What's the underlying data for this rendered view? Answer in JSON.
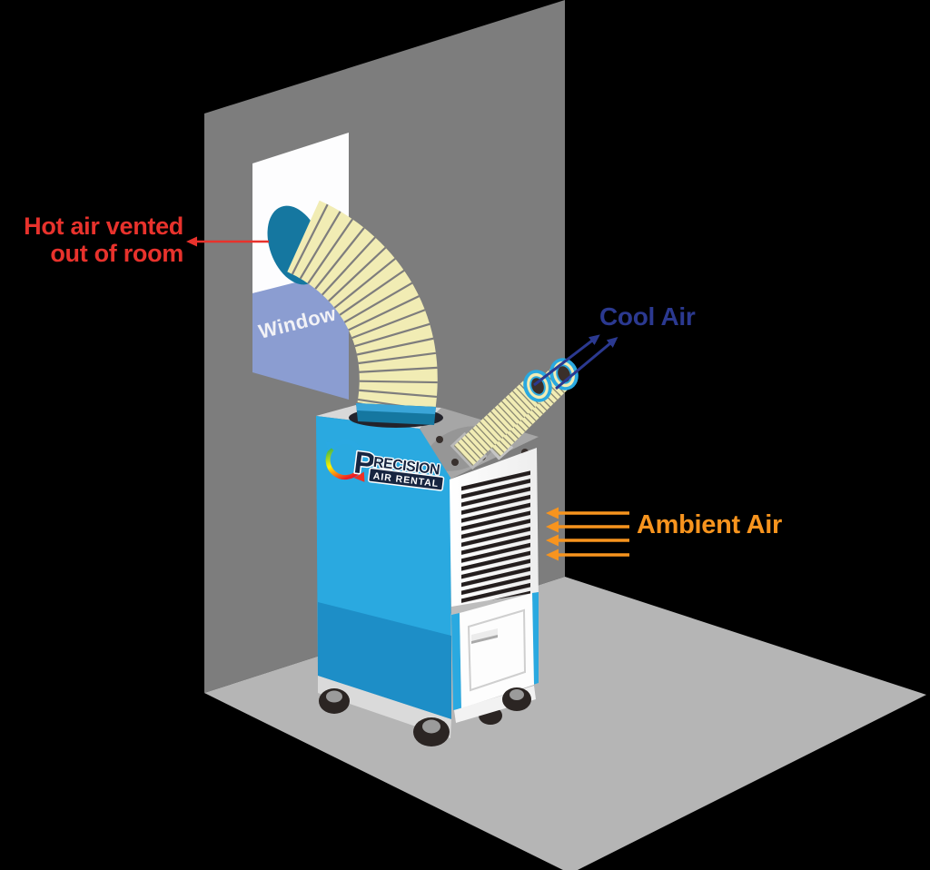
{
  "labels": {
    "hot_air": {
      "lines": [
        "Hot air vented",
        "out of room"
      ],
      "color": "#e8322c"
    },
    "cool_air": {
      "text": "Cool Air",
      "color": "#2b3990"
    },
    "ambient_air": {
      "text": "Ambient Air",
      "color": "#f7941e"
    },
    "window": {
      "text": "Window",
      "color": "#f2f2f6"
    }
  },
  "logo": {
    "brand_initial": "P",
    "brand_rest": "RECISION",
    "subtitle": "AIR RENTAL"
  },
  "colors": {
    "background": "#000000",
    "wall": "#7d7d7d",
    "floor": "#b5b5b5",
    "window_pane": "#fdfdfe",
    "window_sill": "#8b9dd1",
    "vent_hole": "#1577a0",
    "duct": "#f1ecb4",
    "duct_ridge": "#62626f",
    "duct_collar": "#1577a0",
    "unit_blue": "#2aa9e0",
    "unit_blue_dark": "#1d8ec7",
    "unit_white": "#ffffff",
    "unit_top_gray": "#d8d8d8",
    "connection_panel_gray": "#a6a6a6",
    "grille_slats": "#241e1e",
    "wheel": "#2b2523",
    "hot_air_arrow": "#e8322c",
    "cool_air_arrow": "#2b3990",
    "ambient_air_arrow": "#f7941e"
  }
}
